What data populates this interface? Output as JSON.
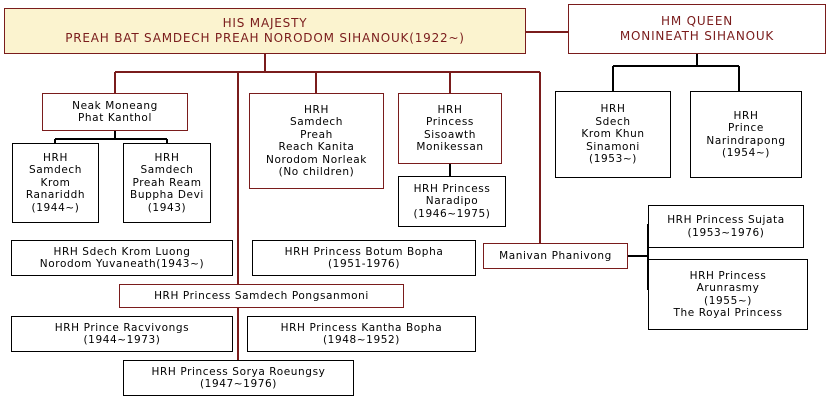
{
  "colors": {
    "maroon": "#7a1c1c",
    "black": "#000000",
    "king_fill": "#fbf3cf"
  },
  "king": "HIS MAJESTY\nPREAH BAT SAMDECH PREAH NORODOM SIHANOUK(1922~)",
  "queen": "HM QUEEN\nMONINEATH SIHANOUK",
  "neak": "Neak Moneang\nPhat Kanthol",
  "ranariddh": "HRH\nSamdech\nKrom\nRanariddh\n(1944~)",
  "buppha": "HRH\nSamdech\nPreah Ream\nBuppha Devi\n(1943)",
  "norleak": "HRH\nSamdech\nPreah\nReach Kanita\nNorodom Norleak\n(No children)",
  "sisoawth": "HRH\nPrincess\nSisoawth\nMonikessan",
  "naradipo": "HRH Princess\nNaradipo\n(1946~1975)",
  "sinamoni": "HRH\nSdech\nKrom Khun\nSinamoni\n(1953~)",
  "narindrapong": "HRH\nPrince\nNarindrapong\n(1954~)",
  "sujata": "HRH Princess Sujata\n(1953~1976)",
  "arunrasmy": "HRH Princess\nArunrasmy\n(1955~)\nThe Royal Princess",
  "manivan": "Manivan Phanivong",
  "yuvaneath": "HRH Sdech Krom Luong\nNorodom Yuvaneath(1943~)",
  "botum": "HRH Princess Botum Bopha\n(1951-1976)",
  "pongsanmoni": "HRH Princess Samdech Pongsanmoni",
  "racvivongs": "HRH Prince Racvivongs\n(1944~1973)",
  "kantha": "HRH Princess Kantha Bopha\n(1948~1952)",
  "sorya": "HRH Princess Sorya Roeungsy\n(1947~1976)"
}
